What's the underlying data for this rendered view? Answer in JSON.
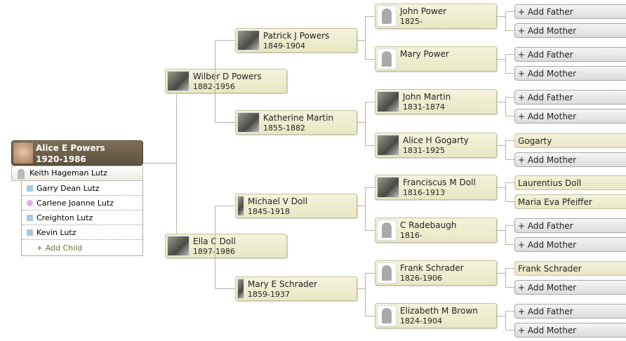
{
  "root": {
    "name": "Alice E Powers",
    "dates": "1920-1986"
  },
  "spouse": {
    "name": "Keith Hageman Lutz"
  },
  "children": [
    {
      "name": "Garry Dean Lutz",
      "sex": "m"
    },
    {
      "name": "Carlene Joanne Lutz",
      "sex": "f"
    },
    {
      "name": "Creighton Lutz",
      "sex": "m"
    },
    {
      "name": "Kevin Lutz",
      "sex": "m"
    }
  ],
  "add_child_label": "+ Add Child",
  "parents": [
    {
      "name": "Wilber D Powers",
      "dates": "1882-1956",
      "photo": "photo"
    },
    {
      "name": "Ella C Doll",
      "dates": "1897-1986",
      "photo": "photo"
    }
  ],
  "grandparents": [
    {
      "name": "Patrick J Powers",
      "dates": "1849-1904",
      "photo": "photo"
    },
    {
      "name": "Katherine Martin",
      "dates": "1855-1882",
      "photo": "photo"
    },
    {
      "name": "Michael V Doll",
      "dates": "1845-1918",
      "photo": "thin"
    },
    {
      "name": "Mary E Schrader",
      "dates": "1859-1937",
      "photo": "thin"
    }
  ],
  "great_grandparents": [
    {
      "name": "John Power",
      "dates": "1825-",
      "photo": "silhouette"
    },
    {
      "name": "Mary Power",
      "dates": "",
      "photo": "silhouette"
    },
    {
      "name": "John Martin",
      "dates": "1831-1874",
      "photo": "photo"
    },
    {
      "name": "Alice H Gogarty",
      "dates": "1831-1925",
      "photo": "photo"
    },
    {
      "name": "Franciscus M Doll",
      "dates": "1816-1913",
      "photo": "photo"
    },
    {
      "name": "C Radebaugh",
      "dates": "1816-",
      "photo": "silhouette"
    },
    {
      "name": "Frank Schrader",
      "dates": "1826-1906",
      "photo": "silhouette"
    },
    {
      "name": "Elizabeth M Brown",
      "dates": "1824-1904",
      "photo": "silhouette"
    }
  ],
  "gg_grandparents": [
    {
      "label": "+ Add Father",
      "named": false
    },
    {
      "label": "+ Add Mother",
      "named": false
    },
    {
      "label": "+ Add Father",
      "named": false
    },
    {
      "label": "+ Add Mother",
      "named": false
    },
    {
      "label": "+ Add Father",
      "named": false
    },
    {
      "label": "+ Add Mother",
      "named": false
    },
    {
      "label": "Gogarty",
      "named": true
    },
    {
      "label": "+ Add Mother",
      "named": false
    },
    {
      "label": "Laurentius Doll",
      "named": true
    },
    {
      "label": "Maria Eva Pfeiffer",
      "named": true
    },
    {
      "label": "+ Add Father",
      "named": false
    },
    {
      "label": "+ Add Mother",
      "named": false
    },
    {
      "label": "Frank Schrader",
      "named": true
    },
    {
      "label": "+ Add Mother",
      "named": false
    },
    {
      "label": "+ Add Father",
      "named": false
    },
    {
      "label": "+ Add Mother",
      "named": false
    }
  ]
}
